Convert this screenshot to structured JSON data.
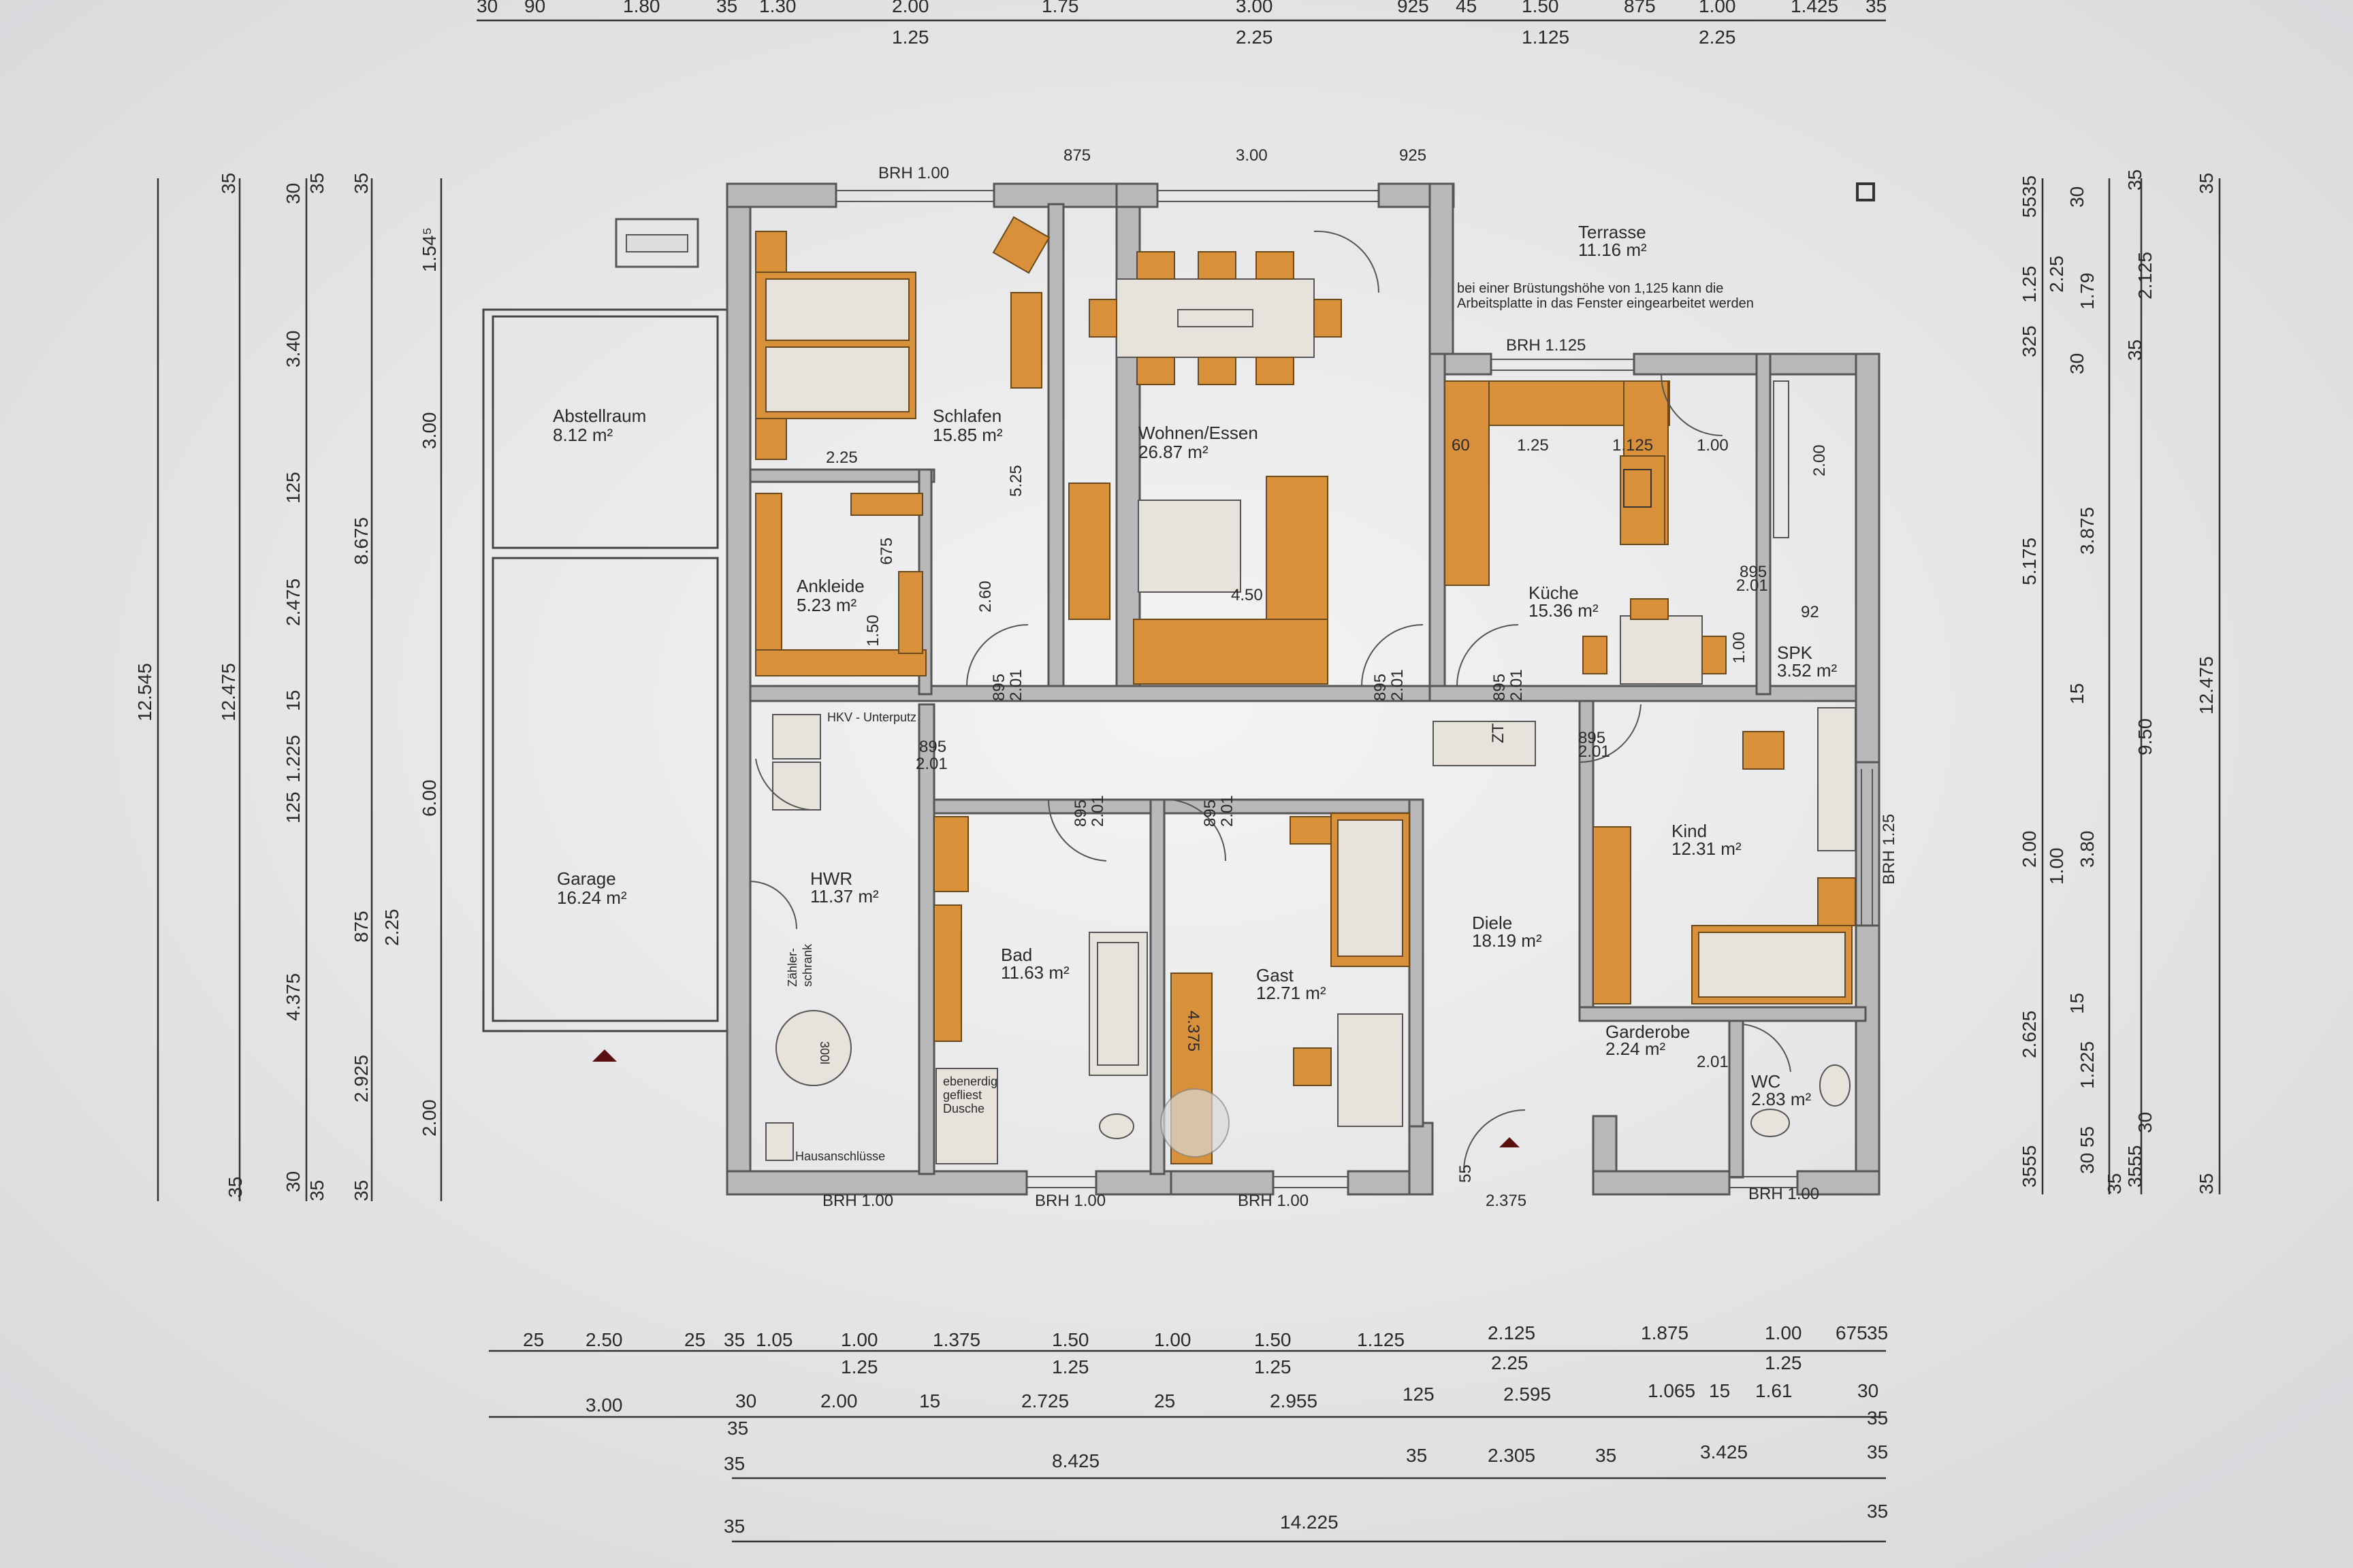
{
  "rooms": {
    "abstellraum": {
      "name": "Abstellraum",
      "area": "8.12 m²"
    },
    "garage": {
      "name": "Garage",
      "area": "16.24 m²"
    },
    "schlafen": {
      "name": "Schlafen",
      "area": "15.85 m²"
    },
    "ankleide": {
      "name": "Ankleide",
      "area": "5.23 m²"
    },
    "wohnen": {
      "name": "Wohnen/Essen",
      "area": "26.87 m²"
    },
    "terrasse": {
      "name": "Terrasse",
      "area": "11.16 m²"
    },
    "kueche": {
      "name": "Küche",
      "area": "15.36 m²"
    },
    "spk": {
      "name": "SPK",
      "area": "3.52 m²"
    },
    "hwr": {
      "name": "HWR",
      "area": "11.37 m²"
    },
    "bad": {
      "name": "Bad",
      "area": "11.63 m²"
    },
    "gast": {
      "name": "Gast",
      "area": "12.71 m²"
    },
    "diele": {
      "name": "Diele",
      "area": "18.19 m²"
    },
    "kind": {
      "name": "Kind",
      "area": "12.31 m²"
    },
    "garderobe": {
      "name": "Garderobe",
      "area": "2.24 m²"
    },
    "wc": {
      "name": "WC",
      "area": "2.83 m²"
    }
  },
  "notes": {
    "terrace_line1": "bei einer Brüstungshöhe von 1,125 kann die",
    "terrace_line2": "Arbeitsplatte in das Fenster eingearbeitet werden",
    "hkv": "HKV - Unterputz",
    "zaehler1": "Zähler-",
    "zaehler2": "schrank",
    "hausschluessel": "Hausanschlüsse",
    "tank": "300l",
    "ww1": "ebenerdig",
    "ww2": "gefliest",
    "ww3": "Dusche",
    "zt": "ZT"
  },
  "brh": {
    "schlafen": "BRH 1.00",
    "kueche": "BRH 1.125",
    "hwr": "BRH 1.00",
    "bad": "BRH 1.00",
    "gast": "BRH 1.00",
    "wc": "BRH 1.00",
    "kind": "BRH 1.25"
  },
  "inner_dims": {
    "w875": "875",
    "w300": "3.00",
    "w925": "925",
    "ankl225": "2.25",
    "ankl675": "675",
    "ankl150": "1.50",
    "schl525": "5.25",
    "schl260": "2.60",
    "wohn450": "4.50",
    "k60": "60",
    "k125": "1.25",
    "k1125": "1.125",
    "k100": "1.00",
    "k200": "2.00",
    "k92": "92",
    "k100v": "1.00",
    "gast4375": "4.375",
    "d2375": "2.375",
    "d55": "55",
    "door_w": "895",
    "door_h": "2.01"
  },
  "top_dims": {
    "row1": [
      "30",
      "90",
      "1.80",
      "35",
      "1.30",
      "2.00",
      "1.75",
      "3.00",
      "925",
      "45",
      "1.50",
      "875",
      "1.00",
      "1.425",
      "35"
    ],
    "row2": [
      "1.25",
      "2.25",
      "1.125",
      "2.25"
    ]
  },
  "bottom_dims": {
    "row1": [
      "25",
      "2.50",
      "25",
      "35",
      "1.05",
      "1.00",
      "1.375",
      "1.50",
      "1.00",
      "1.50",
      "1.125",
      "2.125",
      "1.875",
      "1.00",
      "675",
      "35"
    ],
    "row1b": [
      "1.25",
      "1.25",
      "1.25",
      "2.25",
      "1.25"
    ],
    "row2": [
      "3.00",
      "30",
      "35",
      "2.00",
      "15",
      "2.725",
      "25",
      "2.955",
      "125",
      "2.595",
      "1.065",
      "15",
      "1.61",
      "30",
      "35"
    ],
    "row3": [
      "35",
      "8.425",
      "35",
      "2.305",
      "35",
      "3.425",
      "35"
    ],
    "row4": [
      "35",
      "14.225",
      "35"
    ]
  },
  "left_dims": {
    "c1": [
      "12.545",
      "35"
    ],
    "c2": [
      "35",
      "12.475",
      "35"
    ],
    "c3": [
      "30",
      "35",
      "3.40",
      "125",
      "2.475",
      "15",
      "1.225",
      "125",
      "4.375",
      "30",
      "35"
    ],
    "c4": [
      "35",
      "8.675",
      "875",
      "2.925",
      "35"
    ],
    "c5": [
      "1.54⁵",
      "3.00",
      "6.00",
      "2.25",
      "2.00"
    ]
  },
  "right_dims": {
    "c1": [
      "5535",
      "1.25",
      "325",
      "5.175",
      "2.00",
      "2.625",
      "3555"
    ],
    "c2": [
      "30",
      "2.25",
      "1.79",
      "30",
      "3.875",
      "15",
      "1.00",
      "3.80",
      "1.225",
      "15",
      "30 55",
      "35"
    ],
    "c3": [
      "35",
      "2.125",
      "35",
      "9.50",
      "3555",
      "30"
    ],
    "c4": [
      "35",
      "12.475",
      "35"
    ]
  }
}
